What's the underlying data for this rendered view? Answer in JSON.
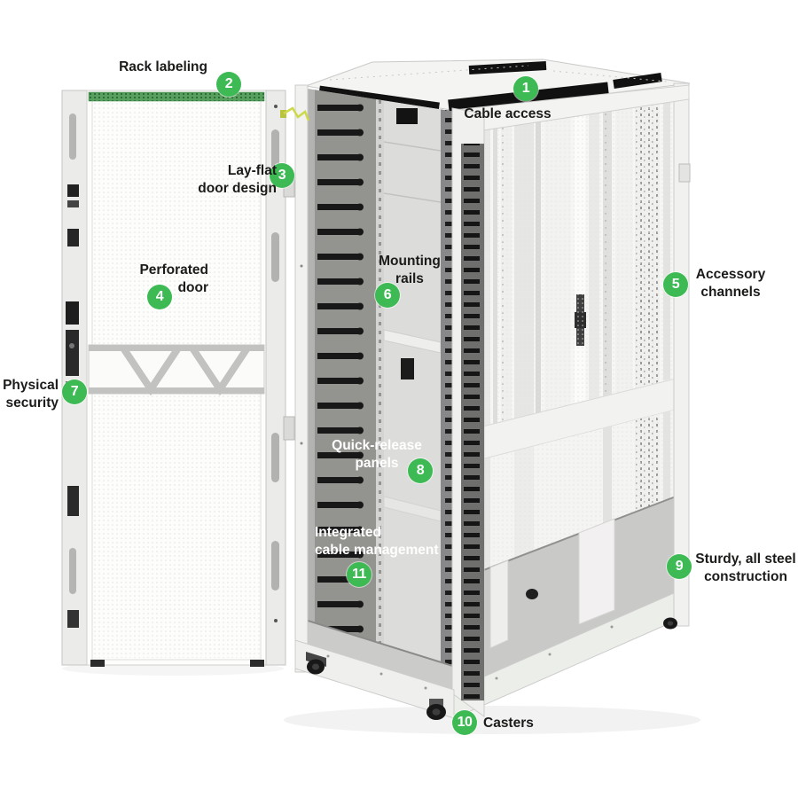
{
  "figure": {
    "description": "Server rack features diagram with numbered callouts",
    "colors": {
      "badge_green": "#3EBA55",
      "badge_number": "#FFFFFF",
      "label_dark": "#1B1B19",
      "label_light": "#FFFFFF",
      "background": "#FFFFFF",
      "rack_body": "#F2F2F0",
      "cable_fingers": "#181818",
      "rack_label_strip_green": "#57A05E"
    },
    "callouts": [
      {
        "num": "1",
        "label": "Cable access"
      },
      {
        "num": "2",
        "label": "Rack labeling"
      },
      {
        "num": "3",
        "label": "Lay-flat\ndoor design"
      },
      {
        "num": "4",
        "label": "Perforated\ndoor"
      },
      {
        "num": "5",
        "label": "Accessory\nchannels"
      },
      {
        "num": "6",
        "label": "Mounting\nrails"
      },
      {
        "num": "7",
        "label": "Physical\nsecurity"
      },
      {
        "num": "8",
        "label": "Quick-release\npanels"
      },
      {
        "num": "9",
        "label": "Sturdy, all steel\nconstruction"
      },
      {
        "num": "10",
        "label": "Casters"
      },
      {
        "num": "11",
        "label": "Integrated\ncable management"
      }
    ]
  }
}
